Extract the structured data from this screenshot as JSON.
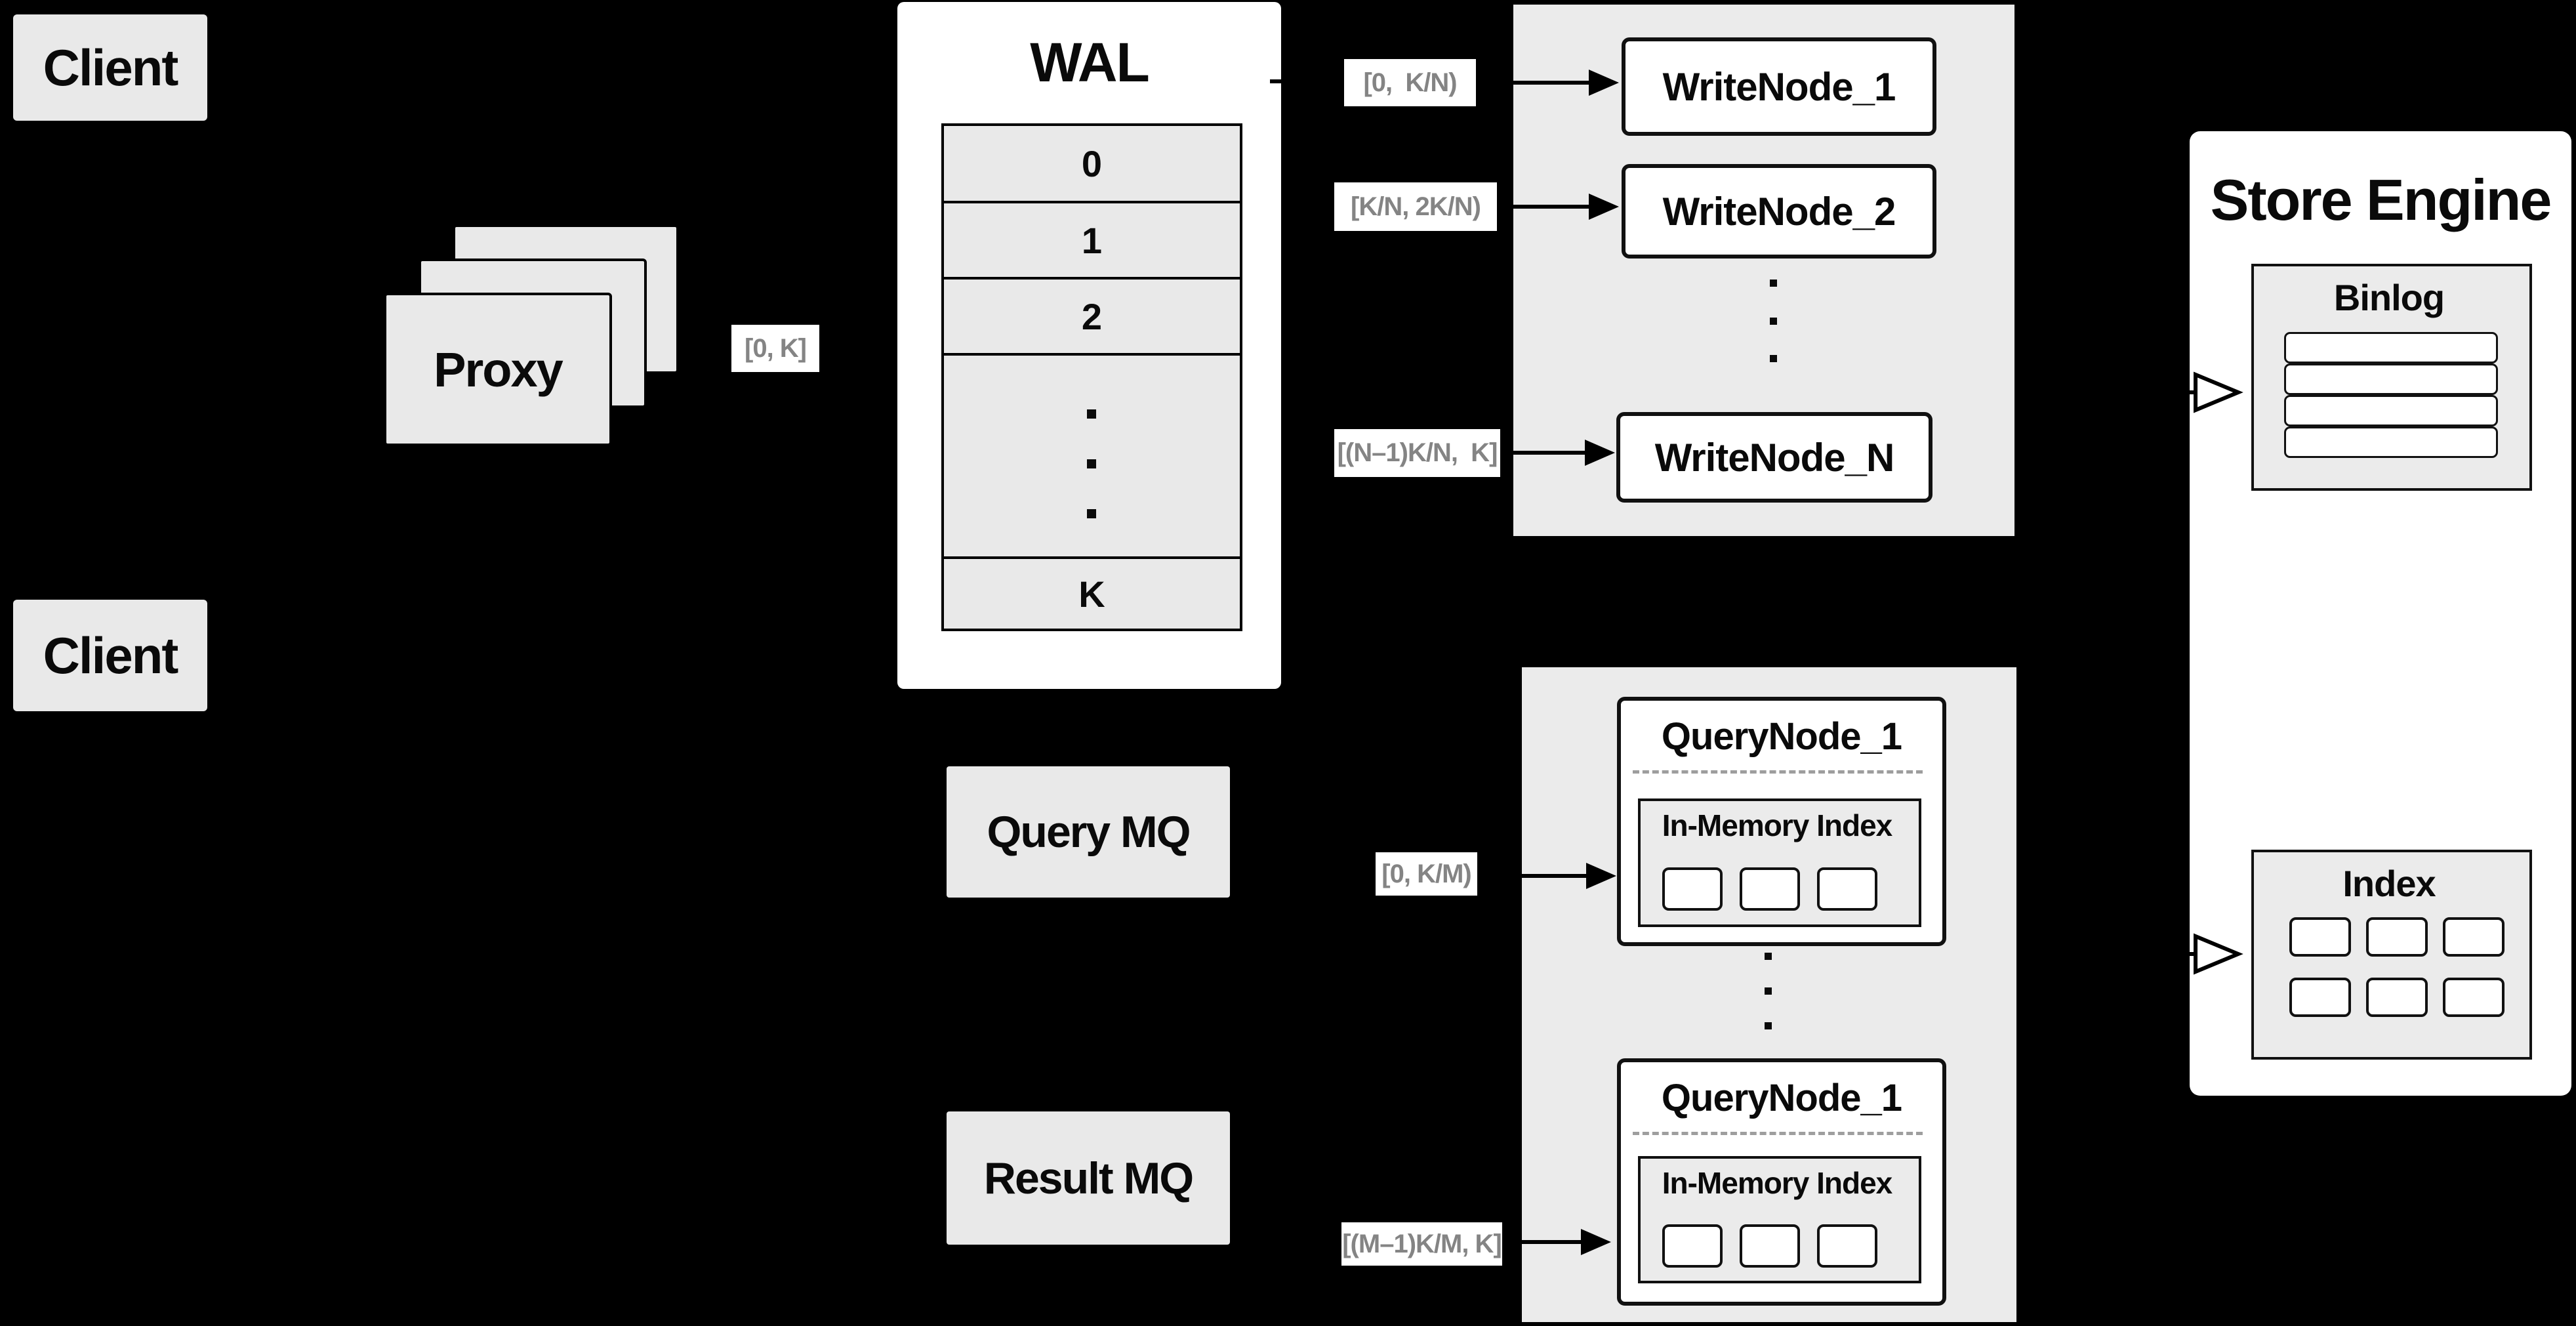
{
  "colors": {
    "background": "#000000",
    "panel_gray": "#ebebeb",
    "box_gray": "#e9e9e9",
    "white": "#ffffff",
    "border_black": "#111111",
    "range_label_text": "#848484"
  },
  "clients": {
    "top": "Client",
    "bottom": "Client"
  },
  "proxy": {
    "label": "Proxy",
    "stack_count": 3
  },
  "wal": {
    "title": "WAL",
    "segments": [
      "0",
      "1",
      "2"
    ],
    "last_segment": "K"
  },
  "range_labels": {
    "proxy_to_wal": "[0, K]",
    "wal_to_writenode1": "[0,  K/N)",
    "wal_to_writenode2": "[K/N, 2K/N)",
    "wal_to_writenodeN": "[(N–1)K/N,  K]",
    "query_mq_to_querynode_top": "[0, K/M)",
    "result_mq_to_querynode_bottom": "[(M–1)K/M, K]"
  },
  "write_nodes": {
    "node1": "WriteNode_1",
    "node2": "WriteNode_2",
    "nodeN": "WriteNode_N"
  },
  "store_engine": {
    "title": "Store Engine",
    "binlog": {
      "title": "Binlog",
      "rows": 4
    },
    "index": {
      "title": "Index",
      "cells": 6
    }
  },
  "message_queues": {
    "query": "Query MQ",
    "result": "Result MQ"
  },
  "query_nodes": {
    "top": {
      "title": "QueryNode_1",
      "index_title": "In-Memory Index",
      "cells": 3
    },
    "bottom": {
      "title": "QueryNode_1",
      "index_title": "In-Memory Index",
      "cells": 3
    }
  }
}
